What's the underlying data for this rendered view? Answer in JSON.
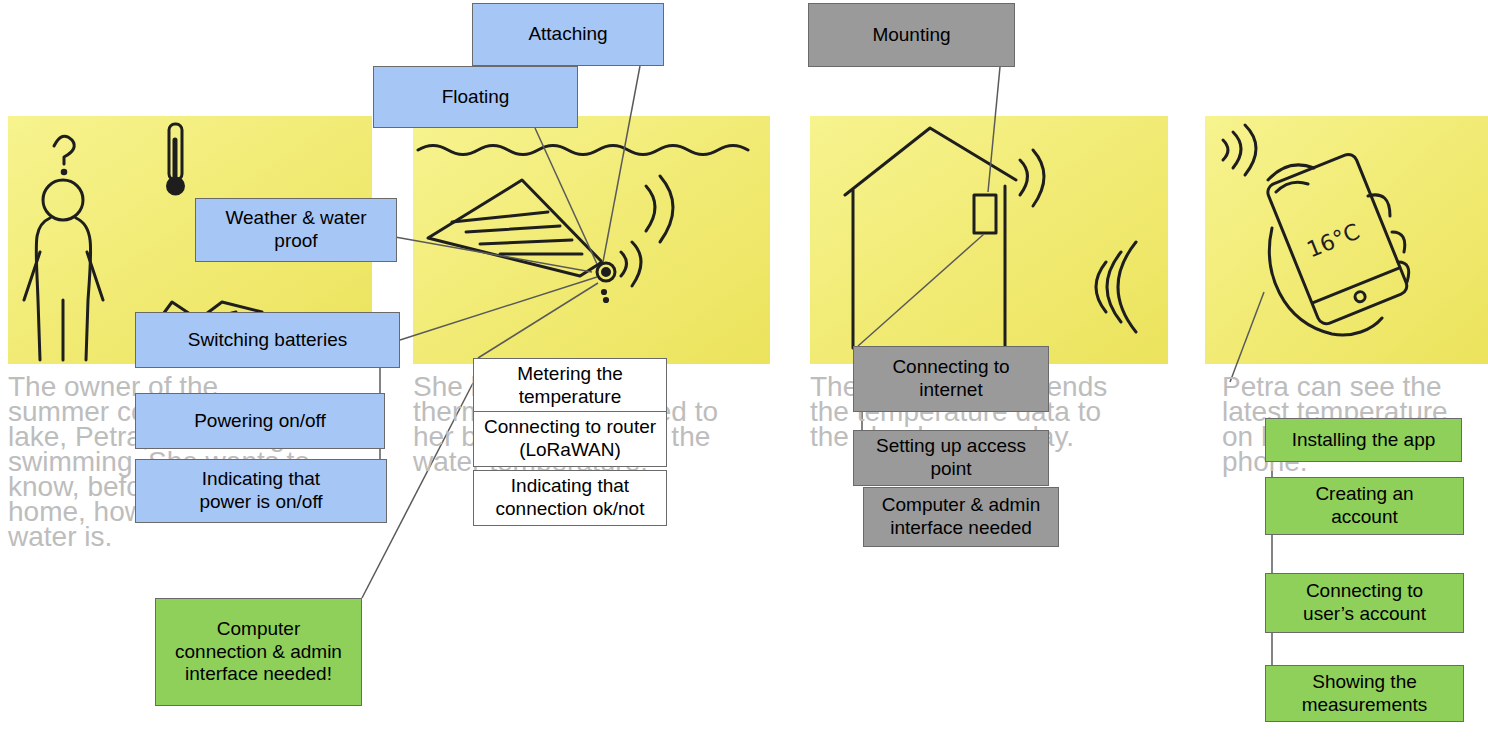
{
  "diagram": {
    "nodes": [
      {
        "text": [
          "Attaching"
        ]
      },
      {
        "text": [
          "Floating"
        ]
      },
      {
        "text": [
          "Weather & water proof"
        ]
      },
      {
        "text": [
          "Switching batteries"
        ]
      },
      {
        "text": [
          "Powering on/off"
        ]
      },
      {
        "text": [
          "Indicating that power is on/off"
        ]
      },
      {
        "text": [
          "Computer connection & admin interface needed!"
        ]
      },
      {
        "text": [
          "Metering the temperature"
        ]
      },
      {
        "text": [
          "Connecting to router (LoRaWAN)"
        ]
      },
      {
        "text": [
          "Indicating that connection ok/not"
        ]
      },
      {
        "text": [
          "Mounting"
        ]
      },
      {
        "text": [
          "Connecting to internet"
        ]
      },
      {
        "text": [
          "Setting up access point"
        ]
      },
      {
        "text": [
          "Computer & admin interface needed"
        ]
      },
      {
        "text": [
          "Installing the app"
        ]
      },
      {
        "text": [
          "Creating an account"
        ]
      },
      {
        "text": [
          "Connecting to user’s account"
        ]
      },
      {
        "text": [
          "Showing the measurements"
        ]
      }
    ],
    "edges": [
      {
        "from": 3,
        "to": 4,
        "arrow": "none"
      },
      {
        "from": 4,
        "to": 5,
        "arrow": "none"
      },
      {
        "from": 6,
        "to": 7,
        "arrow": "none"
      },
      {
        "from": 11,
        "to": 12,
        "arrow": "none"
      },
      {
        "from": 14,
        "to": 15,
        "arrow": "none"
      },
      {
        "from": 15,
        "to": 16,
        "arrow": "none"
      },
      {
        "from": 16,
        "to": 17,
        "arrow": "none"
      }
    ],
    "labels": [
      "The owner of the summer cottage by the lake, Petra, wants to go swimming. She wants to know, before leaving home, how cold the water is.",
      "She has a floating thermometer attached to her boat to measure the water temperature.",
      "The thermometer sends the temperature data to the cloud once a day.",
      "Petra can see the latest temperature on her mobile phone.",
      "16°C"
    ]
  }
}
